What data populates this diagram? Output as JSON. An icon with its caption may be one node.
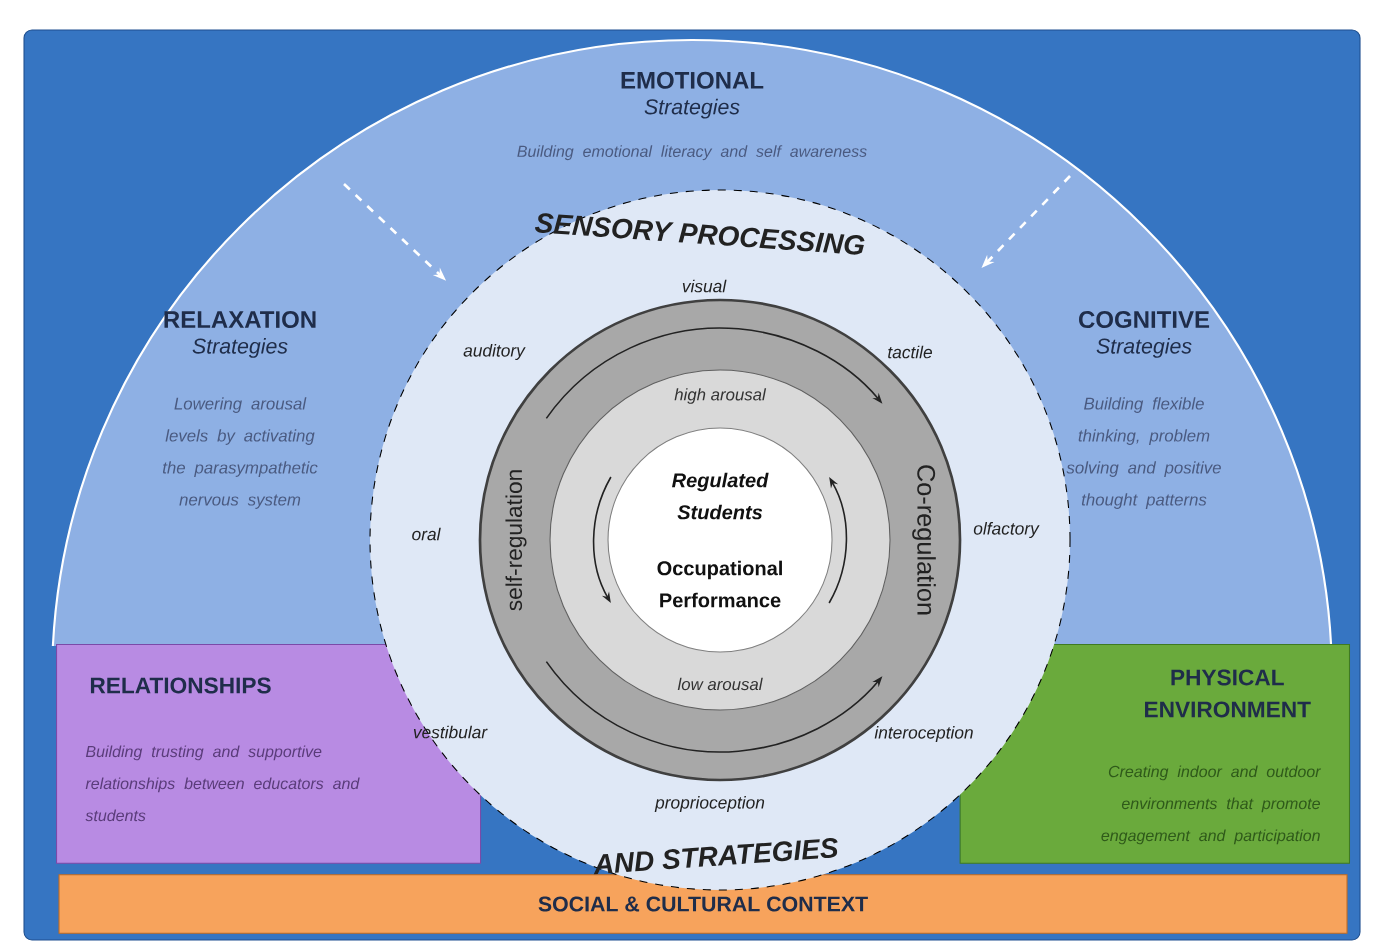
{
  "diagram": {
    "nodes": [
      {
        "text": [
          "EMOTIONAL",
          "Strategies",
          "Building emotional literacy and self awareness"
        ]
      },
      {
        "text": [
          "RELAXATION",
          "Strategies",
          "Lowering arousal levels by activating the parasympathetic nervous system"
        ]
      },
      {
        "text": [
          "COGNITIVE",
          "Strategies",
          "Building flexible thinking, problem solving and positive thought patterns"
        ]
      },
      {
        "text": [
          "RELATIONSHIPS",
          "Building trusting and supportive relationships between educators and students"
        ]
      },
      {
        "text": [
          "PHYSICAL ENVIRONMENT",
          "Creating indoor and outdoor environments that promote engagement and participation"
        ]
      },
      {
        "text": [
          "SOCIAL & CULTURAL CONTEXT"
        ]
      },
      {
        "text": [
          "SENSORY PROCESSING",
          "AND STRATEGIES"
        ]
      },
      {
        "text": [
          "self-regulation",
          "Co-regulation"
        ],
        "in": 6
      },
      {
        "text": [
          "high arousal",
          "low arousal"
        ],
        "in": 7
      },
      {
        "text": [
          "Regulated Students",
          "Occupational Performance"
        ],
        "in": 8
      }
    ],
    "edges": [
      {
        "from": null,
        "to": 6,
        "arrow": "to",
        "style": "dashed",
        "color": "#ffffff"
      },
      {
        "from": null,
        "to": 6,
        "arrow": "to",
        "style": "dashed",
        "color": "#ffffff"
      }
    ],
    "labels": [
      "visual",
      "auditory",
      "tactile",
      "oral",
      "olfactory",
      "vestibular",
      "interoception",
      "proprioception"
    ]
  }
}
